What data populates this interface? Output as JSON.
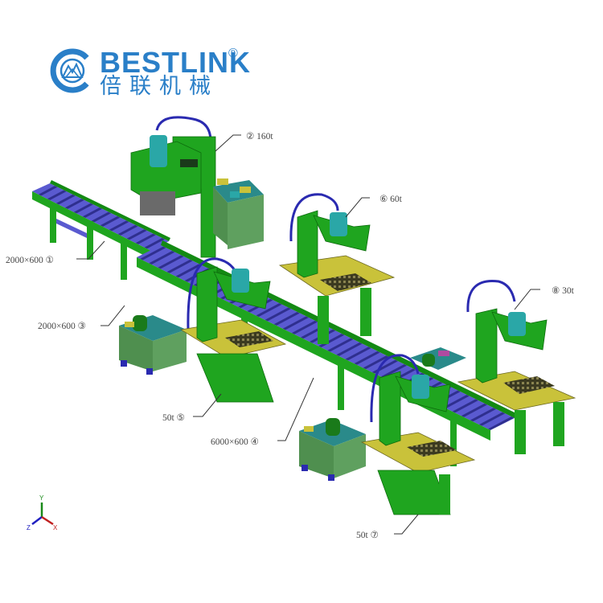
{
  "brand": {
    "name": "BESTLINK",
    "registered": "®",
    "chinese": "倍联机械",
    "color": "#2a7fc8"
  },
  "callouts": [
    {
      "id": "c2",
      "text": "② 160t",
      "component": "press-160t"
    },
    {
      "id": "c6",
      "text": "⑥ 60t",
      "component": "press-60t"
    },
    {
      "id": "c8",
      "text": "⑧ 30t",
      "component": "press-30t"
    },
    {
      "id": "c1",
      "text": "2000×600 ①",
      "component": "roller-conveyor-1"
    },
    {
      "id": "c3",
      "text": "2000×600 ③",
      "component": "roller-conveyor-3"
    },
    {
      "id": "c5",
      "text": "50t ⑤",
      "component": "press-50t-a"
    },
    {
      "id": "c4",
      "text": "6000×600 ④",
      "component": "roller-conveyor-main"
    },
    {
      "id": "c7",
      "text": "50t ⑦",
      "component": "press-50t-b"
    }
  ],
  "axis_triad": {
    "x": "X",
    "y": "Y",
    "z": "Z"
  },
  "colors": {
    "frame_green": "#1fa51f",
    "frame_dark": "#138a13",
    "roller_blue": "#5a5ad0",
    "table_yellow": "#c9c23a",
    "cylinder_teal": "#2aa7a7",
    "hydraulic_tank": "#5fa05f",
    "tank_top": "#2a8a8a",
    "hose_blue": "#2a2ab0"
  }
}
